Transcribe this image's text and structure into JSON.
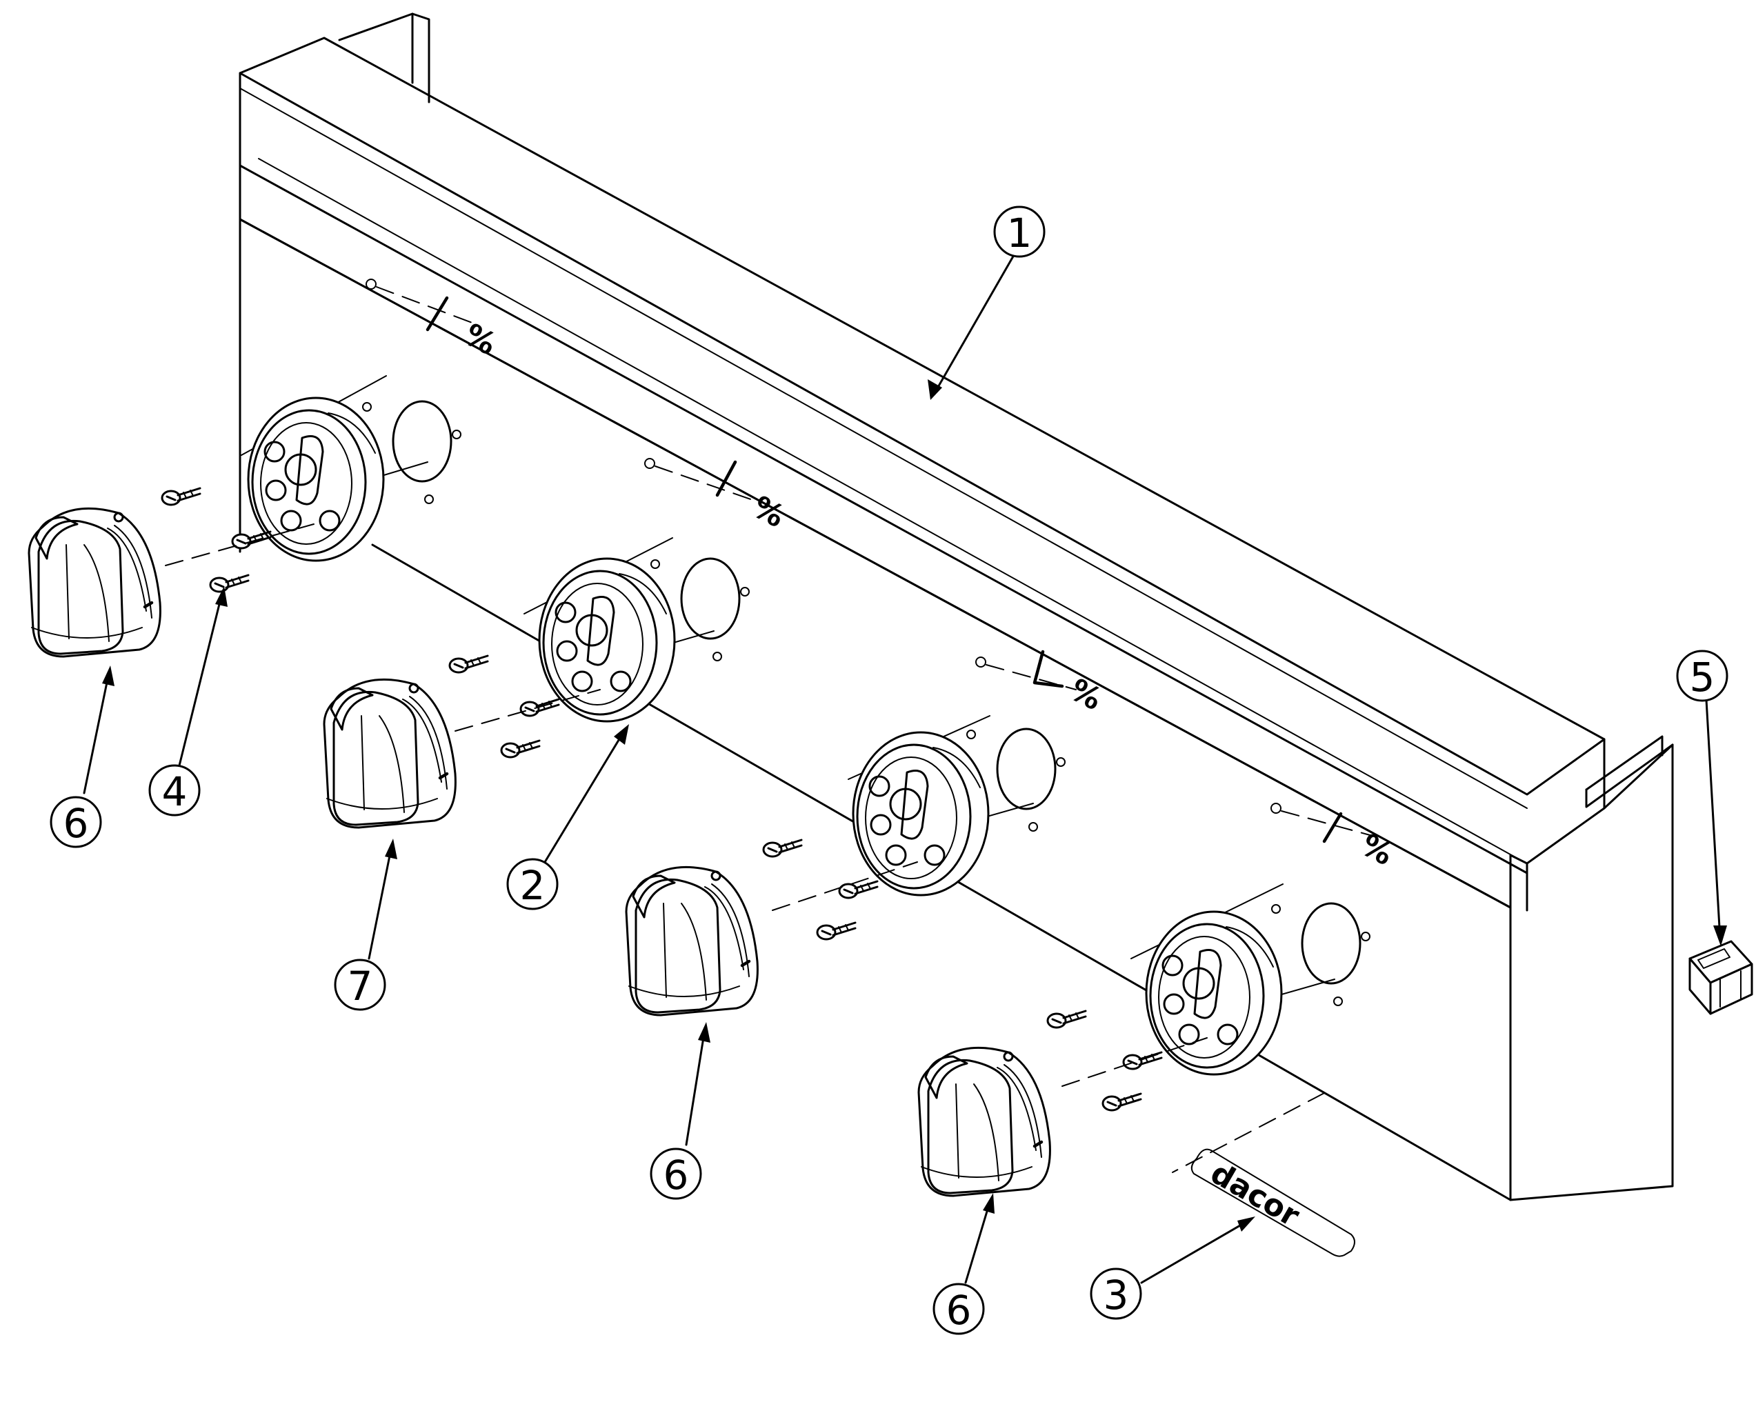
{
  "diagram": {
    "callouts": [
      {
        "id": "callout-1",
        "label": "1"
      },
      {
        "id": "callout-2",
        "label": "2"
      },
      {
        "id": "callout-3",
        "label": "3"
      },
      {
        "id": "callout-4",
        "label": "4"
      },
      {
        "id": "callout-5",
        "label": "5"
      },
      {
        "id": "callout-6a",
        "label": "6"
      },
      {
        "id": "callout-6b",
        "label": "6"
      },
      {
        "id": "callout-6c",
        "label": "6"
      },
      {
        "id": "callout-7",
        "label": "7"
      }
    ],
    "logo_text": "dacor",
    "percent_marks": [
      "%",
      "%",
      "%",
      "%"
    ]
  }
}
